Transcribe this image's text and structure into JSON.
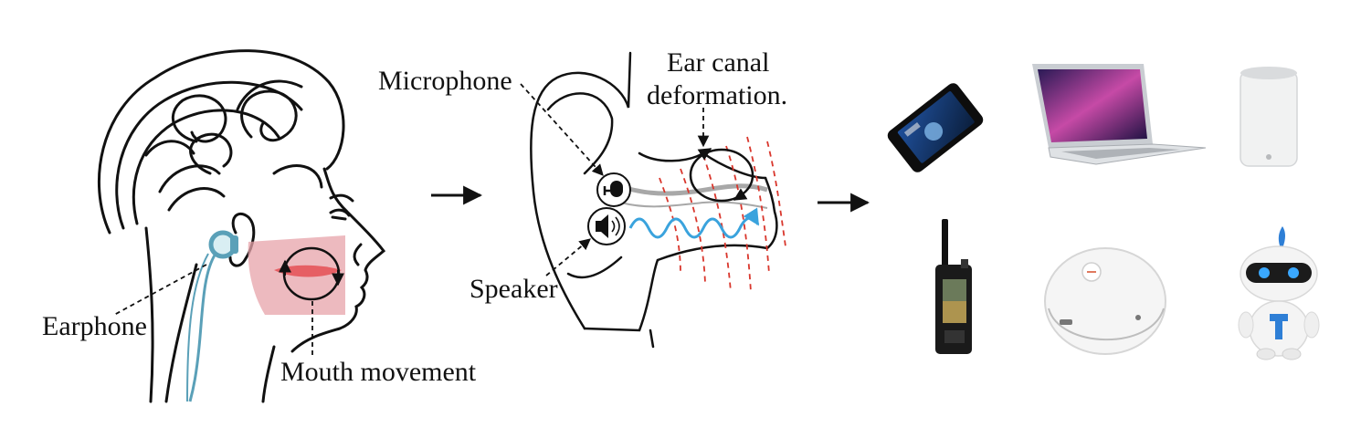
{
  "labels": {
    "earphone": "Earphone",
    "mouth_movement": "Mouth movement",
    "microphone": "Microphone",
    "ear_canal": "Ear canal",
    "deformation": "deformation.",
    "speaker": "Speaker"
  },
  "colors": {
    "ink": "#111111",
    "mouth_region": "#e7a3aa",
    "lips": "#e4555a",
    "earphone": "#5aa0b8",
    "sound_wave": "#3aa3dd",
    "deformation_lines": "#d9362c",
    "canal_gray": "#a8a8a8"
  },
  "devices": [
    "smartphone-icon",
    "laptop-icon",
    "smart-speaker-icon",
    "walkie-talkie-icon",
    "robot-vacuum-icon",
    "robot-toy-icon"
  ]
}
